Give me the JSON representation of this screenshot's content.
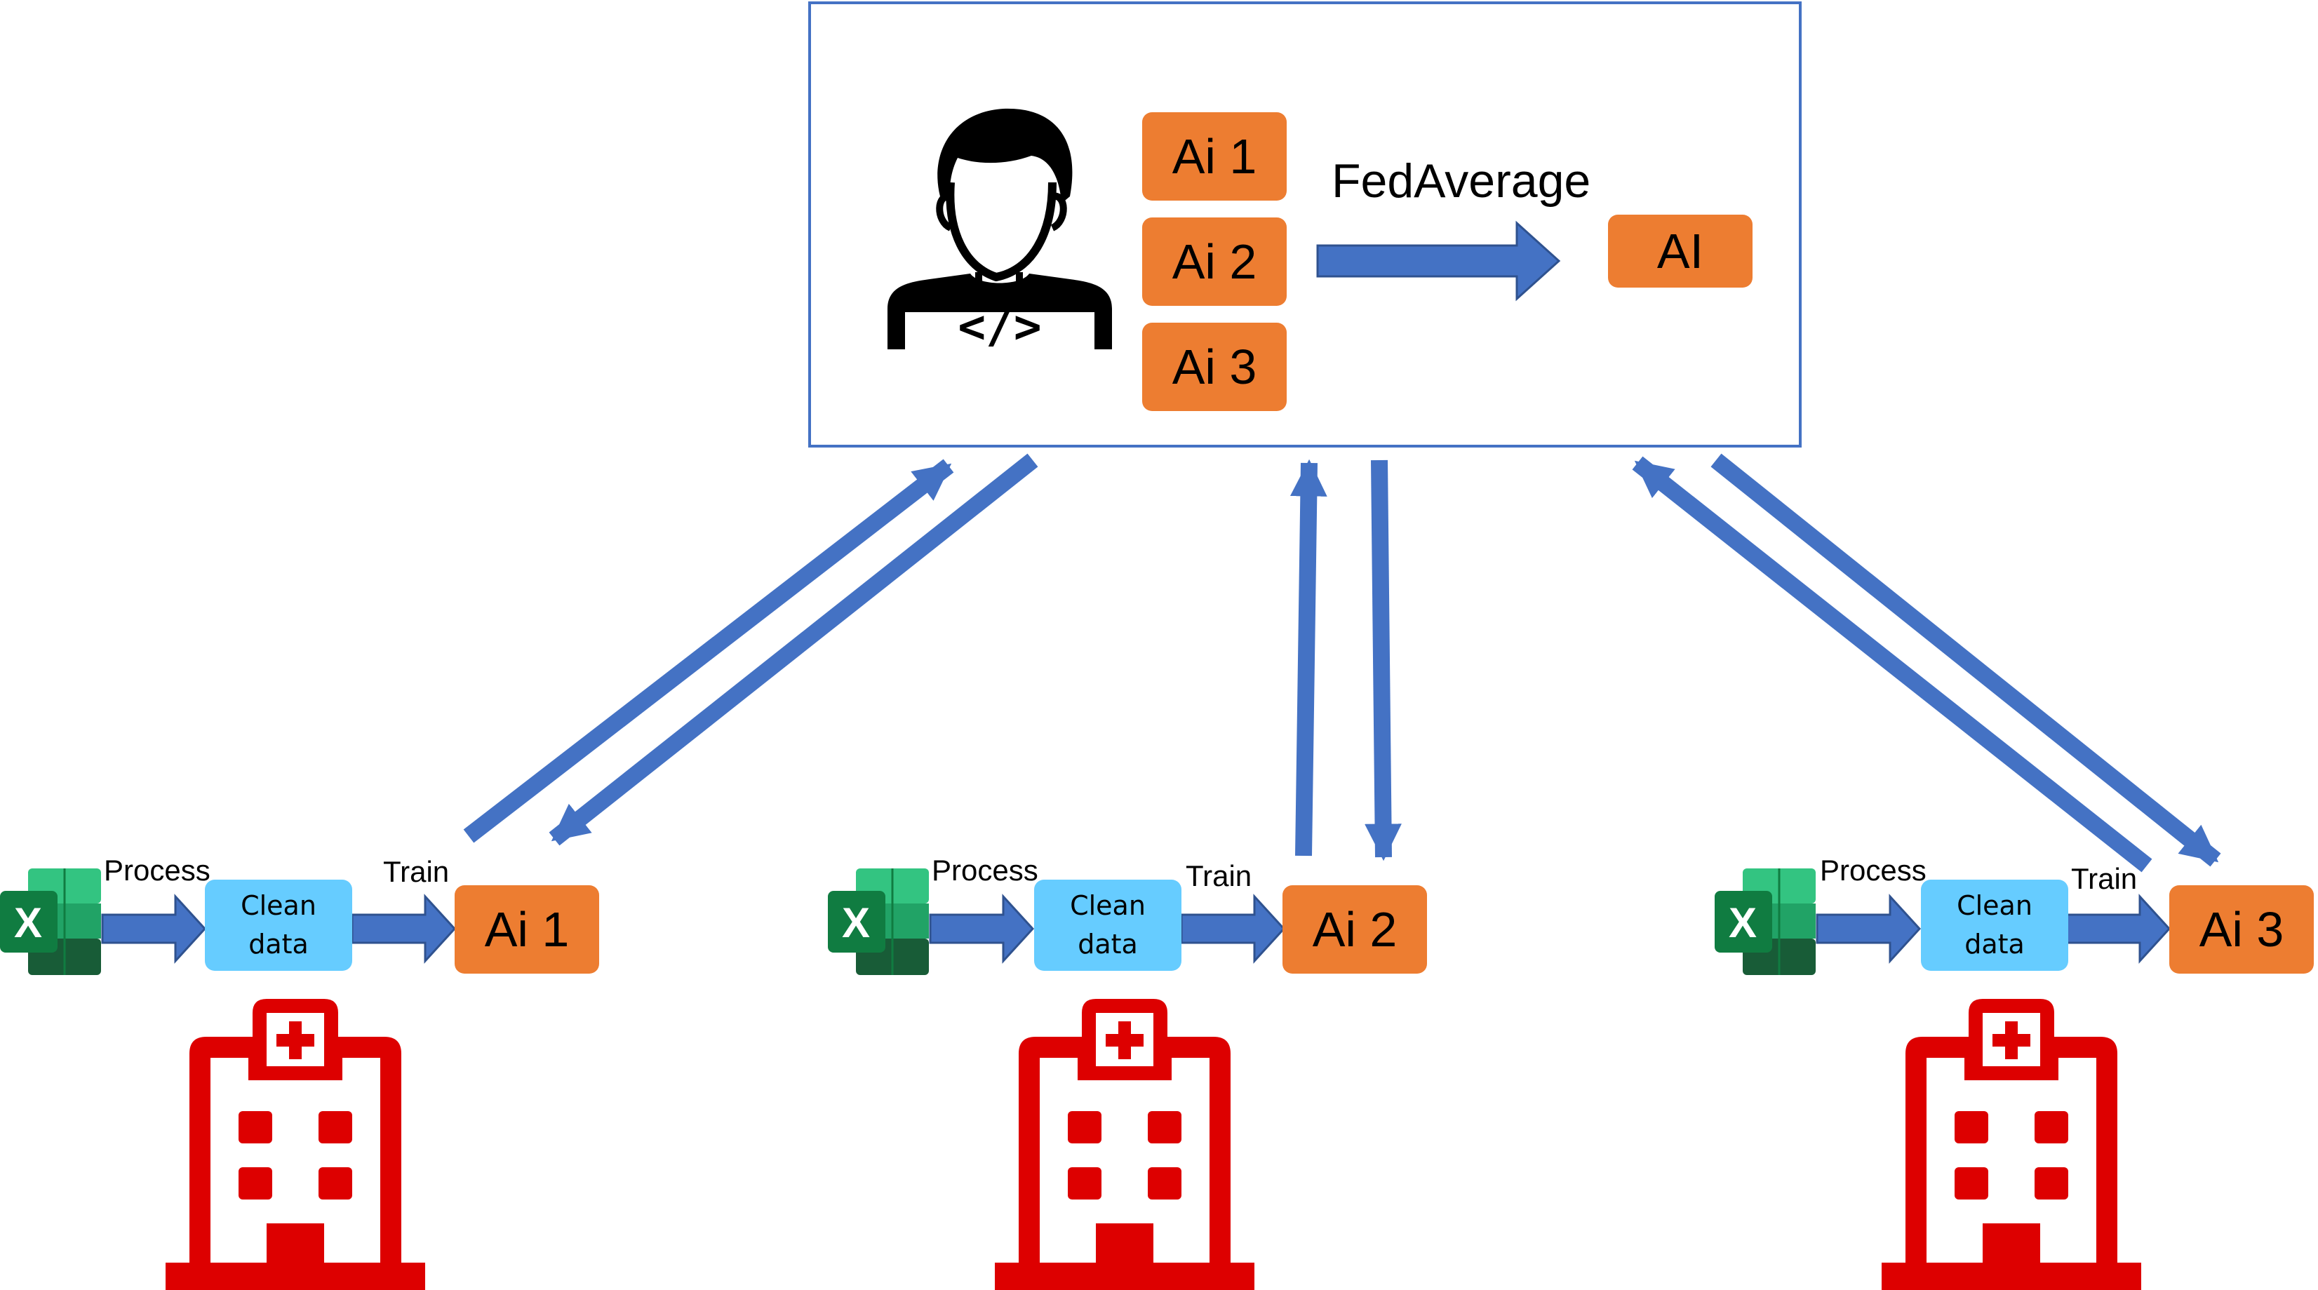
{
  "server": {
    "models": [
      "Ai 1",
      "Ai 2",
      "Ai 3"
    ],
    "aggregation_label": "FedAverage",
    "global_model": "AI"
  },
  "sites": [
    {
      "process_label": "Process",
      "clean_line1": "Clean",
      "clean_line2": "data",
      "train_label": "Train",
      "model": "Ai 1"
    },
    {
      "process_label": "Process",
      "clean_line1": "Clean",
      "clean_line2": "data",
      "train_label": "Train",
      "model": "Ai 2"
    },
    {
      "process_label": "Process",
      "clean_line1": "Clean",
      "clean_line2": "data",
      "train_label": "Train",
      "model": "Ai 3"
    }
  ],
  "icons": {
    "developer": "developer-icon",
    "spreadsheet": "excel-icon",
    "hospital": "hospital-icon"
  },
  "colors": {
    "arrow": "#4472c4",
    "model_box": "#ed7d31",
    "clean_box": "#66ccff",
    "hospital": "#dd0000",
    "excel_dark": "#185c37",
    "excel_mid": "#21a366",
    "excel_light": "#33c481"
  }
}
